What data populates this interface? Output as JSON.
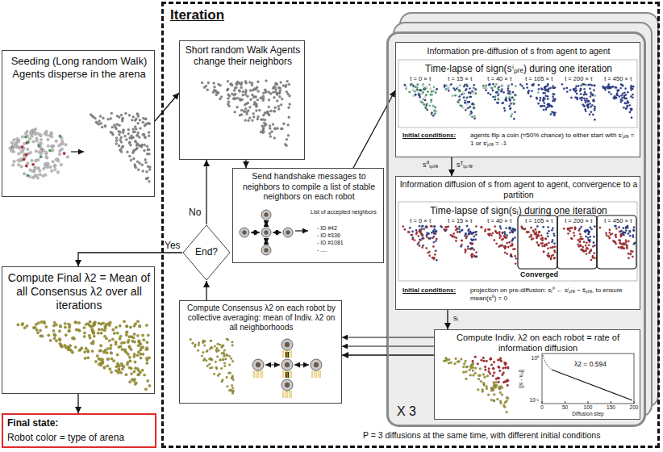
{
  "diagram": {
    "nodes": [
      {
        "text": [
          "Seeding (Long random Walk) Agents disperse in the arena"
        ]
      },
      {
        "text": [
          "Iteration"
        ]
      },
      {
        "text": [
          "Short random Walk Agents change their neighbors"
        ],
        "in": 1
      },
      {
        "text": [
          "Send handshake messages to neighbors to compile a list of stable neighbors on each robot",
          "List of accepted neighbors",
          "- ID #42",
          "- ID #336",
          "- ID #1081",
          "- ...."
        ],
        "in": 1
      },
      {
        "text": [
          "End?"
        ],
        "in": 1
      },
      {
        "text": [
          "Compute Final λ2 = Mean of all Consensus λ2 over all iterations"
        ]
      },
      {
        "text": [
          "Final state:",
          "Robot color = type of arena"
        ]
      },
      {
        "text": [
          "Compute Consensus λ2 on each robot by collective averaging: mean of Indiv. λ2 on all neighborhoods"
        ],
        "in": 1
      },
      {
        "text": [
          "X 3"
        ],
        "in": 1
      },
      {
        "text": [
          "Information pre-diffusion of s from agent to agent",
          "Time-lapse of sign(sⁱₚᵣₑ) during one iteration",
          "t = 0 × τ",
          "t = 15 × τ",
          "t = 40 × τ",
          "t = 105 × τ",
          "t = 200 × τ",
          "t = 450 × τ",
          "Initial conditions:",
          "agents flip a coin (≈50% chance) to either start with sⁱₚᵣₑ = 1 or sⁱₚᵣₑ = -1"
        ],
        "in": 8
      },
      {
        "text": [
          "Information diffusion of s from agent to agent, convergence to a partition",
          "Time-lapse of sign(sᵢ) during one iteration",
          "t = 0 × τ",
          "t = 15 × τ",
          "t = 40 × τ",
          "t = 105 × τ",
          "t = 200 × τ",
          "t = 450 × τ",
          "Converged",
          "Initial conditions:",
          "projection on pre-diffusion: sᵢ⁰ ← sⁱₚᵣₑ − s̄ₚᵣₑ, to ensure mean(s⁰) = 0"
        ],
        "in": 8
      },
      {
        "text": [
          "Compute Indiv. λ2 on each robot = rate of information diffusion"
        ],
        "in": 8
      }
    ],
    "edges": [
      {
        "from": 0,
        "to": 2,
        "arrow": "to"
      },
      {
        "from": 2,
        "to": 3,
        "arrow": "to"
      },
      {
        "from": 3,
        "to": 9,
        "arrow": "to"
      },
      {
        "from": 9,
        "to": 10,
        "arrow": "to",
        "label": "s⁰ₜₚᵣₑ"
      },
      {
        "from": 10,
        "to": 11,
        "arrow": "to",
        "label": "sᵢ"
      },
      {
        "from": 11,
        "to": 7,
        "arrow": "to"
      },
      {
        "from": 7,
        "to": 4,
        "arrow": "to"
      },
      {
        "from": 4,
        "to": 2,
        "arrow": "to",
        "label": "No"
      },
      {
        "from": 4,
        "to": 5,
        "arrow": "to",
        "label": "Yes"
      },
      {
        "from": 5,
        "to": 6,
        "arrow": "to"
      }
    ],
    "labels": [
      "sᵀₜₚᵣₑ",
      "P = 3 diffusions at the same time, with different initial conditions",
      "λ2 = 0.594",
      "||s - v₀||",
      "Diffusion step",
      "0",
      "50",
      "100",
      "150",
      "200",
      "10⁰",
      "10⁻¹"
    ]
  }
}
